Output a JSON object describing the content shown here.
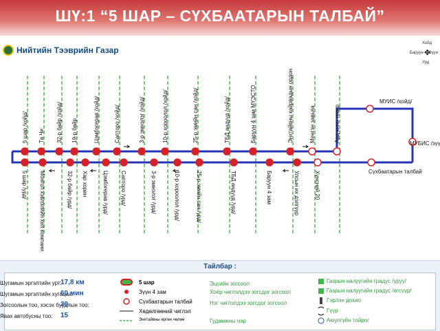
{
  "title": "ШҮ:1 “5 ШАР – СҮХБААТАРЫН ТАЛБАЙ”",
  "company": "Нийтийн Тээврийн Газар",
  "compass": {
    "n": "Хойд",
    "e": "Зүүн",
    "s": "Урд",
    "w": "Баруун"
  },
  "stops_upper": [
    "5 шар /хойд/",
    "Та Чи",
    "32-р байр /хойд/",
    "19-р байр",
    "Цэмбэгерав /хойд/",
    "Сапторо /хойд/",
    "3-р эмнэлэг /хойд/",
    "10-р хороолол /хойд/",
    "25-р эмийн сан /хойд/",
    "ТБД андууд /хойд/",
    "Баруун 4 зам МҮЭСТО",
    "Энхтайвны кайрвадын ордон",
    "Менгэн завьяа",
    "Ард кино театр"
  ],
  "stops_lower": [
    "5 шар /урд/",
    "Монгол хэвлэлийн хөл компани",
    "32-р байр /урд/",
    "Хар хорин",
    "Цэмбэгерав /урд/",
    "Сапторо /урд/",
    "3-р эмнэлэг /урд/",
    "10-р хороолол /урд/",
    "25-р эмийн сан /урд/",
    "ТБД андууд /урд/",
    "Баруун 4 зам",
    "Улсын их дэлгүүр",
    "Хүнсний 20"
  ],
  "stops_right": [
    "МУИС /хойд/",
    "МУБИС /зүүн/",
    "Сүхбаатарын талбай"
  ],
  "legend": {
    "heading": "Тайлбар :",
    "stats": [
      {
        "label": "Шугамын эргэлтийн урт:",
        "value": "17,8 км"
      },
      {
        "label": "Шугамын эргэлтийн хугацаа:",
        "value": "60 мин"
      },
      {
        "label": "Зогсоолын тоо, хэсэх буудлын тоо:",
        "value": "30"
      },
      {
        "label": "Явах автобусны тоо:",
        "value": "15"
      }
    ],
    "symbols": [
      "5 шар",
      "Зүүн 4 зам",
      "Сүхбаатарын талбай",
      "Хөдөлгөөний чиглэл",
      "Энхтайвны өргөн чөлөө"
    ],
    "signals": [
      "Эцсийн зогсоол",
      "Хоёр чиглэлдээ зогсдог зогсоол",
      "Нэг чиглэлдээ зогсдог зогсоол",
      "Гудамжны нэр"
    ],
    "right": [
      "Гэрлэн дохио",
      "Гүүр",
      "Аюулгүйн тойрог"
    ],
    "grade_up": "Газрын налуугийн градус /уруу/",
    "grade_down": "Газрын налуугийн градус /өгсүүр/",
    "colors": {
      "route": "#2434b8",
      "stop": "#d62128",
      "street": "#43b649",
      "accent": "#1e54a8"
    }
  }
}
